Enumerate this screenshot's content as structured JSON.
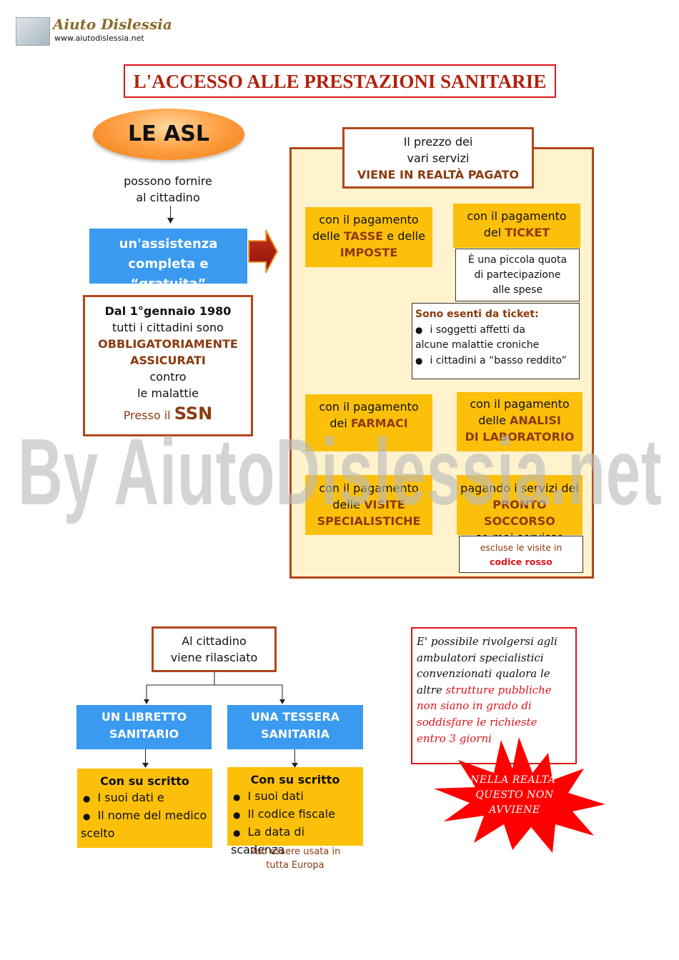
{
  "header": {
    "logo_title": "Aiuto Dislessia",
    "logo_url": "www.aiutodislessia.net",
    "main_title": "L'ACCESSO ALLE PRESTAZIONI SANITARIE"
  },
  "left": {
    "asl": "LE ASL",
    "provide_line1": "possono fornire",
    "provide_line2": "al cittadino",
    "assist_line1": "un'assistenza",
    "assist_line2": "completa e “gratuita”",
    "insured": {
      "line1": "Dal 1°gennaio 1980",
      "line2": "tutti i cittadini sono",
      "line3": "OBBLIGATORIAMENTE",
      "line4": "ASSICURATI",
      "line5": "contro",
      "line6": "le malattie",
      "presso": "Presso il",
      "ssn": "SSN"
    }
  },
  "panel": {
    "price": {
      "line1": "Il prezzo dei",
      "line2": "vari servizi",
      "line3": "VIENE IN REALTÀ PAGATO"
    },
    "tasse": {
      "pre": "con il pagamento",
      "mid1": "delle ",
      "k1": "TASSE",
      "mid2": " e delle",
      "k2": "IMPOSTE"
    },
    "ticket": {
      "pre": "con il pagamento",
      "mid": "del ",
      "k": "TICKET"
    },
    "ticket_note": {
      "line1": "È una piccola quota",
      "line2": "di partecipazione",
      "line3": "alle spese"
    },
    "exempt": {
      "title": "Sono esenti da ticket:",
      "item1a": "i soggetti affetti da",
      "item1b": "alcune malattie croniche",
      "item2": "i cittadini a “basso reddito”"
    },
    "farmaci": {
      "pre": "con il pagamento",
      "mid": "dei ",
      "k": "FARMACI"
    },
    "analisi": {
      "pre": "con il pagamento",
      "mid": "delle ",
      "k1": "ANALISI",
      "k2": "DI LABORATORIO"
    },
    "visite": {
      "pre": "con il pagamento",
      "mid": "delle ",
      "k1": "VISITE",
      "k2": "SPECIALISTICHE"
    },
    "pronto": {
      "pre": "pagando i servizi del",
      "k": "PRONTO SOCCORSO",
      "post": "se mai servisse"
    },
    "escluse": {
      "line1": "escluse le visite in",
      "k": "codice rosso"
    }
  },
  "watermark": "By AiutoDislessia.net",
  "bottom": {
    "rilasciato": {
      "line1": "Al cittadino",
      "line2": "viene rilasciato"
    },
    "libretto": {
      "line1": "UN LIBRETTO",
      "line2": "SANITARIO"
    },
    "tessera": {
      "line1": "UNA TESSERA",
      "line2": "SANITARIA"
    },
    "libretto_info": {
      "title": "Con su scritto",
      "item1": "I  suoi dati e",
      "item2a": "Il nome del medico",
      "item2b": "scelto"
    },
    "tessera_info": {
      "title": "Con su scritto",
      "item1": "I  suoi dati",
      "item2": "Il codice fiscale",
      "item3": "La data di scadenza"
    },
    "europa": {
      "line1": "Può essere usata in",
      "line2": "tutta Europa"
    },
    "note": {
      "l1": "E' possibile rivolgersi agli",
      "l2": "ambulatori specialistici",
      "l3": "convenzionati qualora le",
      "l4a": "altre ",
      "l4b": "strutture pubbliche",
      "l5": "non siano in grado di",
      "l6": "soddisfare le richieste",
      "l7": "entro 3 giorni"
    },
    "star": {
      "line1": "NELLA REALTA'",
      "line2": "QUESTO NON",
      "line3": "AVVIENE"
    }
  }
}
